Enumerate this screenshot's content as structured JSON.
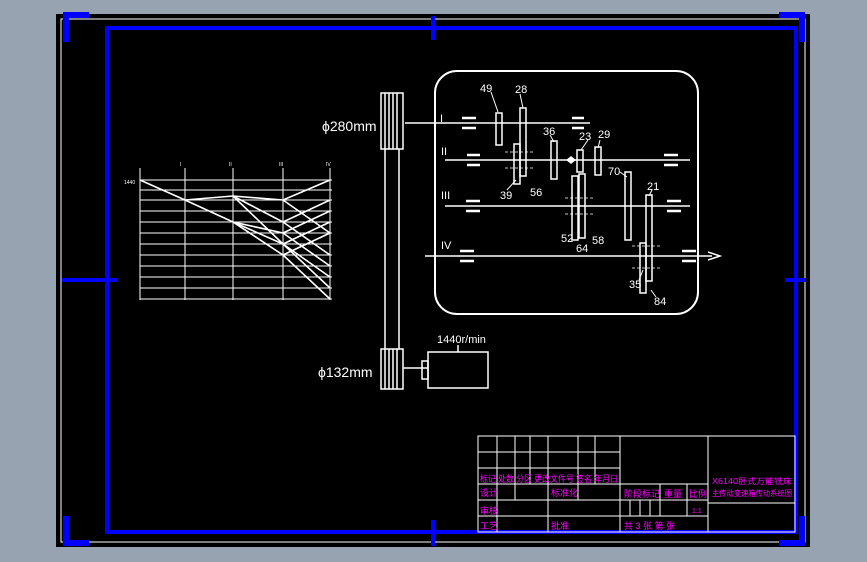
{
  "drawing": {
    "colors": {
      "background": "#97a3b1",
      "sheet": "#000000",
      "frame": "#0000ff",
      "lines": "#ffffff",
      "title_text": "#ff00ff",
      "title_lines": "#ffffff"
    },
    "pulley_large": "ϕ280mm",
    "pulley_small": "ϕ132mm",
    "motor_speed": "1440r/min",
    "shafts": [
      "I",
      "II",
      "III",
      "IV"
    ],
    "gear_numbers": {
      "g49": "49",
      "g28": "28",
      "g36": "36",
      "g23": "23",
      "g29": "29",
      "g39": "39",
      "g56": "56",
      "g70": "70",
      "g21": "21",
      "g52": "52",
      "g58": "58",
      "g64": "64",
      "g35": "35",
      "g84": "84"
    },
    "speed_chart": {
      "top_labels": [
        "I",
        "II",
        "III",
        "IV"
      ],
      "left_value": "1440"
    },
    "title_block": {
      "row_header": "标记 处数 分区 更改文件号 签名 年月日",
      "designer": "设计",
      "standardize": "标准化",
      "review": "审核",
      "process": "工艺",
      "approve": "批准",
      "stage_mark": "阶段标记",
      "weight": "重量",
      "scale": "比例",
      "scale_value": "1:1",
      "sheets": "共 3 张  第  张",
      "title_line1": "X6140卧式万能铣床",
      "title_line2": "主传动变速箱传动系统图"
    }
  }
}
